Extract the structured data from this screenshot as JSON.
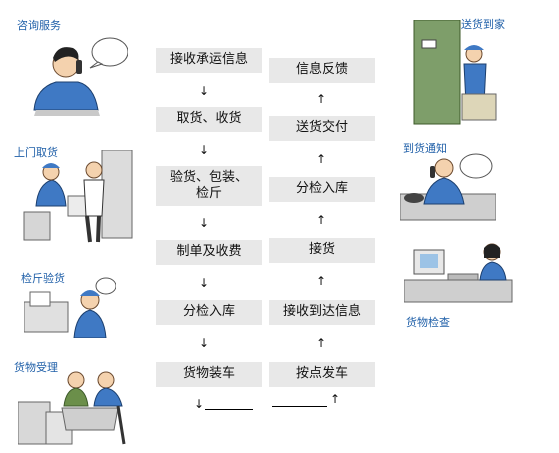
{
  "left_column": [
    "接收承运信息",
    "取货、收货",
    "验货、包装、\n检斤",
    "制单及收费",
    "分检入库",
    "货物装车"
  ],
  "right_column": [
    "信息反馈",
    "送货交付",
    "分检入库",
    "接货",
    "接收到达信息",
    "按点发车"
  ],
  "arrows": {
    "down": "↓",
    "up": "↑"
  },
  "left_labels": [
    "咨询服务",
    "上门取货",
    "检斤验货",
    "货物受理"
  ],
  "right_labels": [
    "送货到家",
    "到货通知",
    "货物检查"
  ],
  "colors": {
    "label": "#1f5fa8",
    "box": "#e8e8e8",
    "shirt": "#3f79c4"
  }
}
